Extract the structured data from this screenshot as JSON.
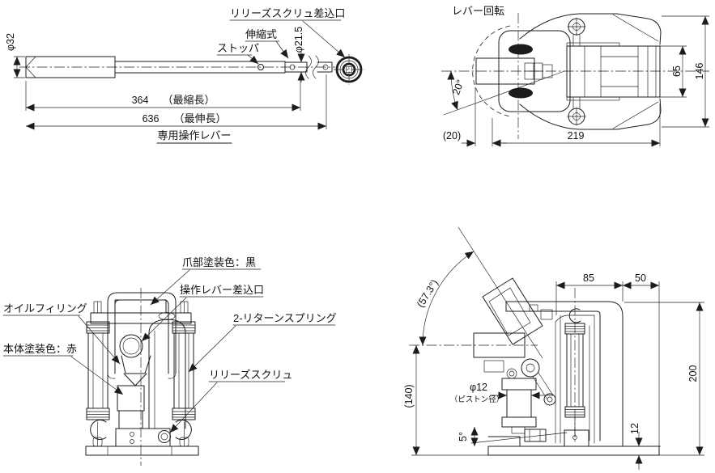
{
  "drawing": {
    "background": "#ffffff",
    "line_color": "#1c1c1c",
    "lever_view": {
      "title": "専用操作レバー",
      "labels": {
        "release_port": "リリーズスクリュ差込口",
        "telescopic": "伸縮式",
        "stopper": "ストッパ"
      },
      "dims": {
        "handle_dia": "φ32",
        "tube_dia": "φ21.5",
        "retracted_len": "364",
        "retracted_note": "（最縮長）",
        "extended_len": "636",
        "extended_note": "（最伸長）"
      }
    },
    "top_view": {
      "labels": {
        "lever_rotation": "レバー回転"
      },
      "dims": {
        "rotation_angle": "20°",
        "socket_offset": "(20)",
        "body_length": "219",
        "body_width": "65",
        "overall_width": "146"
      }
    },
    "front_view": {
      "labels": {
        "claw_color": "爪部塗装色：黒",
        "lever_port": "操作レバー差込口",
        "oil_filling": "オイルフィリング",
        "body_color": "本体塗装色：赤",
        "return_spring": "2-リターンスプリング",
        "release_screw": "リリーズスクリュ"
      }
    },
    "side_view": {
      "dims": {
        "lever_angle": "(57.3°)",
        "toe_reach": "85",
        "frame_back": "50",
        "overall_height": "200",
        "toe_height": "12",
        "lever_center_height": "(140)",
        "piston_dia": "φ12",
        "piston_dia_note": "（ピストン径）",
        "toe_tilt": "5°"
      }
    }
  }
}
